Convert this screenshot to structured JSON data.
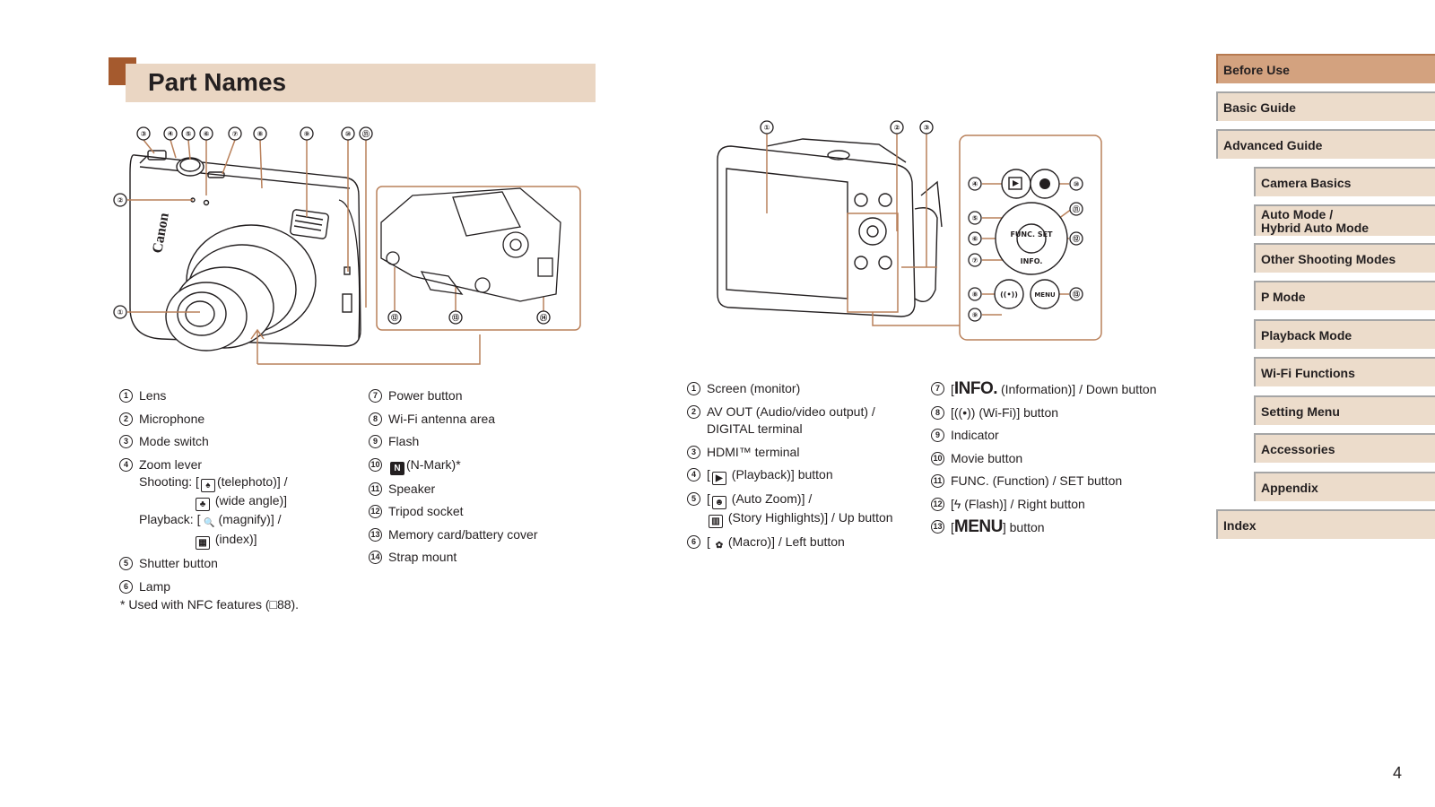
{
  "title": "Part Names",
  "page_number": "4",
  "front_callouts": [
    "③",
    "④",
    "⑤",
    "⑥",
    "⑦",
    "⑧",
    "⑨",
    "⑩",
    "⑪",
    "②",
    "①",
    "⑫",
    "⑬",
    "⑭"
  ],
  "back_callouts": [
    "①",
    "②",
    "③",
    "④",
    "⑤",
    "⑥",
    "⑦",
    "⑧",
    "⑨",
    "⑩",
    "⑪",
    "⑫",
    "⑬"
  ],
  "camera_brand": "Canon",
  "left_col1": [
    {
      "num": "1",
      "text": "Lens"
    },
    {
      "num": "2",
      "text": "Microphone"
    },
    {
      "num": "3",
      "text": "Mode switch"
    },
    {
      "num": "4",
      "text": "Zoom lever"
    },
    {
      "num": "5",
      "text": "Shutter button"
    },
    {
      "num": "6",
      "text": "Lamp"
    }
  ],
  "zoom_details": {
    "shooting_label": "Shooting: [",
    "telephoto": "(telephoto)] /",
    "wide": "(wide angle)]",
    "playback_label": "Playback: [",
    "magnify": "(magnify)] /",
    "index": "(index)]"
  },
  "left_col2": [
    {
      "num": "7",
      "text": "Power button"
    },
    {
      "num": "8",
      "text": "Wi-Fi antenna area"
    },
    {
      "num": "9",
      "text": "Flash"
    },
    {
      "num": "10",
      "text": "(N-Mark)*"
    },
    {
      "num": "11",
      "text": "Speaker"
    },
    {
      "num": "12",
      "text": "Tripod socket"
    },
    {
      "num": "13",
      "text": "Memory card/battery cover"
    },
    {
      "num": "14",
      "text": "Strap mount"
    }
  ],
  "note": "* Used with NFC features (□88).",
  "right_col1": [
    {
      "num": "1",
      "text": "Screen (monitor)"
    },
    {
      "num": "2",
      "text": "AV OUT (Audio/video output) /",
      "text2": "DIGITAL terminal"
    },
    {
      "num": "3",
      "text": "HDMI™ terminal"
    },
    {
      "num": "4",
      "text": "(Playback)] button"
    },
    {
      "num": "5",
      "text": "(Auto Zoom)] /",
      "text2": "(Story Highlights)] / Up button"
    },
    {
      "num": "6",
      "text": "(Macro)] / Left button"
    }
  ],
  "right_col2": [
    {
      "num": "7",
      "big": "INFO.",
      "text": "(Information)] / Down button"
    },
    {
      "num": "8",
      "text": "(Wi-Fi)] button"
    },
    {
      "num": "9",
      "text": "Indicator"
    },
    {
      "num": "10",
      "text": "Movie button"
    },
    {
      "num": "11",
      "text": "FUNC. (Function) / SET button"
    },
    {
      "num": "12",
      "text": "(Flash)] / Right button"
    },
    {
      "num": "13",
      "big": "MENU",
      "text": "button"
    }
  ],
  "func_label": "FUNC. SET",
  "info_label": "INFO.",
  "menu_label": "MENU",
  "nav": [
    {
      "label": "Before Use",
      "active": true
    },
    {
      "label": "Basic Guide"
    },
    {
      "label": "Advanced Guide"
    },
    {
      "label": "Camera Basics"
    },
    {
      "label": "Auto Mode /",
      "label2": "Hybrid Auto Mode"
    },
    {
      "label": "Other Shooting Modes"
    },
    {
      "label": "P Mode"
    },
    {
      "label": "Playback Mode"
    },
    {
      "label": "Wi-Fi Functions"
    },
    {
      "label": "Setting Menu"
    },
    {
      "label": "Accessories"
    },
    {
      "label": "Appendix"
    },
    {
      "label": "Index"
    }
  ],
  "colors": {
    "accent": "#a55a2e",
    "band": "#ead6c3",
    "nav_bg": "#ecdccb",
    "nav_active": "#d3a27f",
    "callout_line": "#b9805a"
  }
}
